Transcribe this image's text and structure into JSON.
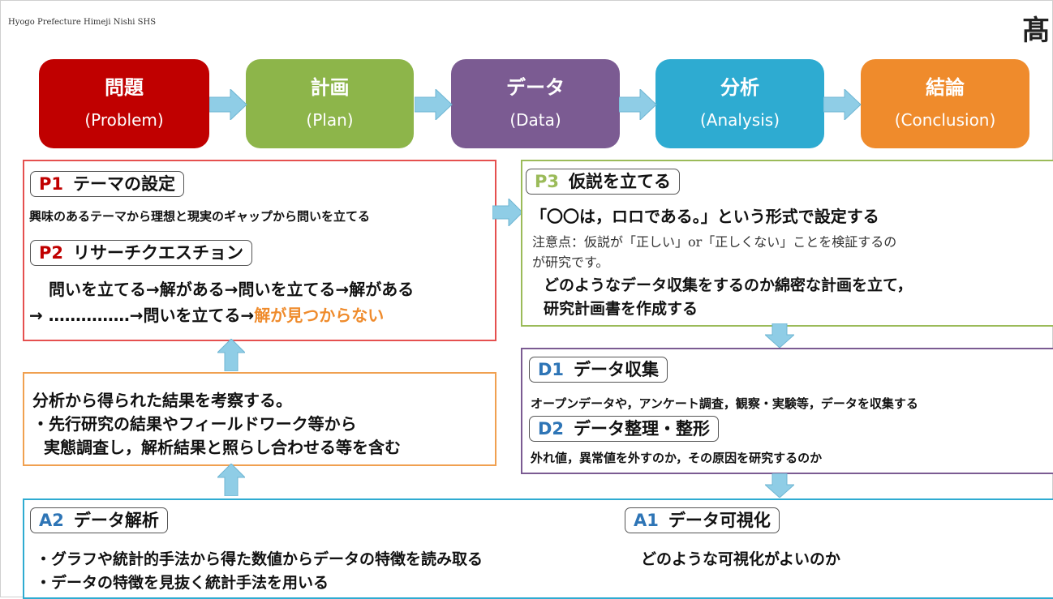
{
  "header": {
    "school": "Hyogo Prefecture Himeji Nishi SHS",
    "logo": "髙"
  },
  "stages": [
    {
      "jp": "問題",
      "en": "(Problem)",
      "color": "#c00000"
    },
    {
      "jp": "計画",
      "en": "(Plan)",
      "color": "#8db54a"
    },
    {
      "jp": "データ",
      "en": "(Data)",
      "color": "#7b5b92"
    },
    {
      "jp": "分析",
      "en": "(Analysis)",
      "color": "#2eabd1"
    },
    {
      "jp": "結論",
      "en": "(Conclusion)",
      "color": "#ef8b2c"
    }
  ],
  "arrow_color": "#8fcde6",
  "p_box": {
    "p1": {
      "code": "P1",
      "title": "テーマの設定"
    },
    "p1_text": "興味のあるテーマから理想と現実のギャップから問いを立てる",
    "p2": {
      "code": "P2",
      "title": "リサーチクエスチョン"
    },
    "p2_line1": "問いを立てる→解がある→問いを立てる→解がある",
    "p2_line2": "→ ……………→問いを立てる→",
    "p2_highlight": "解が見つからない"
  },
  "p3_box": {
    "p3": {
      "code": "P3",
      "title": "仮説を立てる"
    },
    "line1": "「〇〇は，ロロである。」という形式で設定する",
    "note1": "注意点：仮説が「正しい」or「正しくない」ことを検証するの",
    "note2": "が研究です。",
    "line2": "どのようなデータ収集をするのか綿密な計画を立て，",
    "line3": "研究計画書を作成する"
  },
  "c_box": {
    "line1": "分析から得られた結果を考察する。",
    "line2": "・先行研究の結果やフィールドワーク等から",
    "line3": "実態調査し，解析結果と照らし合わせる等を含む"
  },
  "d_box": {
    "d1": {
      "code": "D1",
      "title": "データ収集"
    },
    "d1_text": "オープンデータや，アンケート調査，観察・実験等，データを収集する",
    "d2": {
      "code": "D2",
      "title": "データ整理・整形"
    },
    "d2_text": "外れ値，異常値を外すのか，その原因を研究するのか"
  },
  "a_box": {
    "a2": {
      "code": "A2",
      "title": "データ解析"
    },
    "a2_line1": "・グラフや統計的手法から得た数値からデータの特徴を読み取る",
    "a2_line2": "・データの特徴を見抜く統計手法を用いる",
    "a1": {
      "code": "A1",
      "title": "データ可視化"
    },
    "a1_text": "どのような可視化がよいのか"
  }
}
